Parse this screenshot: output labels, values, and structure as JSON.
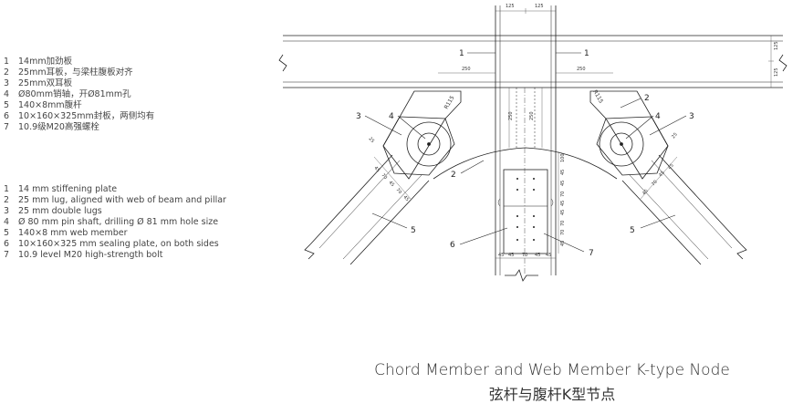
{
  "legend_cn": [
    {
      "num": "1",
      "text": "14mm加劲板"
    },
    {
      "num": "2",
      "text": "25mm耳板，与梁柱腹板对齐"
    },
    {
      "num": "3",
      "text": "25mm双耳板"
    },
    {
      "num": "4",
      "text": "Ø80mm销轴，开Ø81mm孔"
    },
    {
      "num": "5",
      "text": "140×8mm腹杆"
    },
    {
      "num": "6",
      "text": "10×160×325mm封板，两侧均有"
    },
    {
      "num": "7",
      "text": "10.9级M20高强螺栓"
    }
  ],
  "legend_en": [
    {
      "num": "1",
      "text": "14 mm stiffening plate"
    },
    {
      "num": "2",
      "text": "25 mm lug, aligned with web of beam and pillar"
    },
    {
      "num": "3",
      "text": "25 mm double lugs"
    },
    {
      "num": "4",
      "text": "Ø 80 mm pin shaft, drilling Ø 81 mm hole size"
    },
    {
      "num": "5",
      "text": "140×8 mm web member"
    },
    {
      "num": "6",
      "text": "10×160×325 mm sealing plate, on both sides"
    },
    {
      "num": "7",
      "text": "10.9 level M20 high-strength bolt"
    }
  ],
  "drawing": {
    "callouts": {
      "c1": "1",
      "c2": "1",
      "c3": "2",
      "c4": "2",
      "c5": "3",
      "c6": "4",
      "c7": "4",
      "c8": "3",
      "c9": "2",
      "c10": "5",
      "c11": "5",
      "c12": "6",
      "c13": "7"
    },
    "dims": {
      "top_left": "125",
      "top_right": "125",
      "right_a": "125",
      "right_b": "125",
      "lug_left": "250",
      "lug_right": "250",
      "radius_left": "R115",
      "radius_right": "R115",
      "vert_a": "250",
      "vert_b": "250",
      "plate_top": "100",
      "plate_v1": "45",
      "plate_v2": "45",
      "plate_v3": "70",
      "plate_v4": "45",
      "plate_v5": "45",
      "plate_v6": "70",
      "plate_v7": "70",
      "plate_v8": "45",
      "bottom_1": "45",
      "bottom_2": "45",
      "bottom_3": "70",
      "bottom_4": "45",
      "bottom_5": "45",
      "lug_l1": "25",
      "lug_l2": "45",
      "lug_l3": "70",
      "lug_l4": "45",
      "lug_l5": "70",
      "lug_l6": "45",
      "lug_r1": "25",
      "lug_r2": "45",
      "lug_r3": "45",
      "lug_r4": "70",
      "lug_r5": "45"
    }
  },
  "caption": {
    "en": "Chord Member and Web Member K-type Node",
    "cn": "弦杆与腹杆K型节点"
  }
}
